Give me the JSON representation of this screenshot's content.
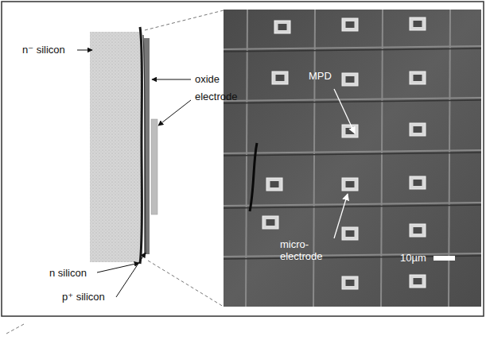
{
  "diagram": {
    "labels": [
      "n⁻ silicon",
      "oxide",
      "electrode",
      "MPD",
      "micro- electrode",
      "10µm",
      "n silicon",
      "p⁺ silicon"
    ]
  }
}
